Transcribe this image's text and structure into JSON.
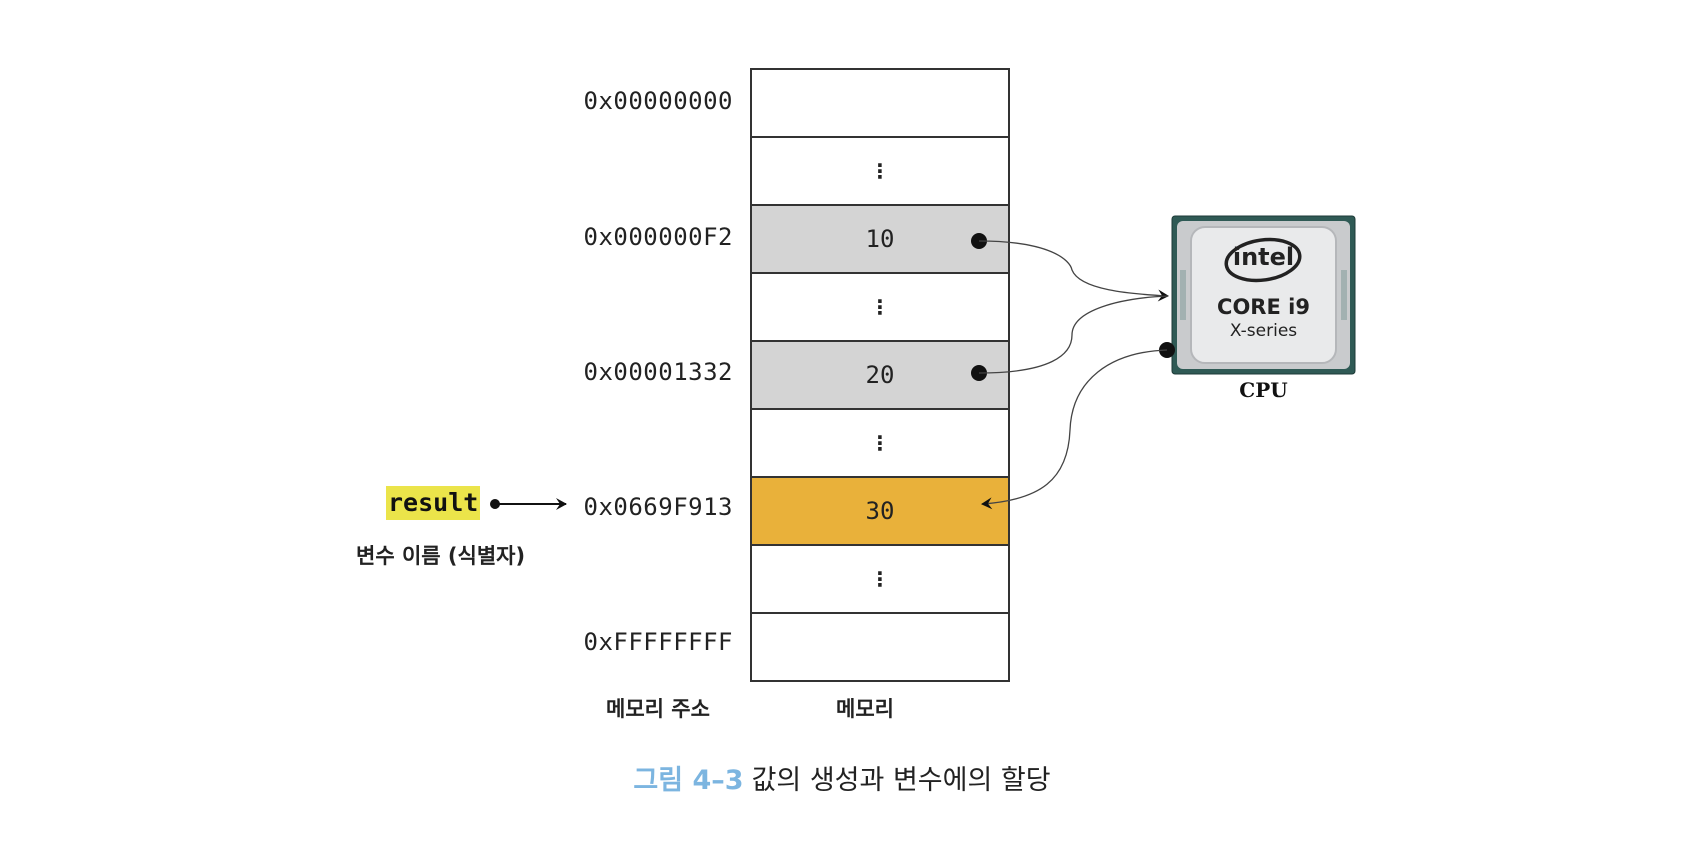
{
  "memory": {
    "rows": [
      {
        "address": "0x00000000",
        "value": "",
        "style": "empty"
      },
      {
        "address": "",
        "value": "⋮",
        "style": "ellipsis"
      },
      {
        "address": "0x000000F2",
        "value": "10",
        "style": "gray"
      },
      {
        "address": "",
        "value": "⋮",
        "style": "ellipsis"
      },
      {
        "address": "0x00001332",
        "value": "20",
        "style": "gray"
      },
      {
        "address": "",
        "value": "⋮",
        "style": "ellipsis"
      },
      {
        "address": "0x0669F913",
        "value": "30",
        "style": "gold"
      },
      {
        "address": "",
        "value": "⋮",
        "style": "ellipsis"
      },
      {
        "address": "0xFFFFFFFF",
        "value": "",
        "style": "empty"
      }
    ],
    "address_column_label": "메모리 주소",
    "memory_column_label": "메모리"
  },
  "variable": {
    "name": "result",
    "caption": "변수 이름 (식별자)",
    "highlight_color": "#ebe44a"
  },
  "cpu": {
    "brand": "intel",
    "model": "CORE i9",
    "series": "X-series",
    "label": "CPU"
  },
  "colors": {
    "gray_cell": "#d4d4d4",
    "gold_cell": "#e9b13a",
    "caption_number": "#7cb5e0"
  },
  "caption": {
    "number": "그림 4–3",
    "text": "값의 생성과 변수에의 할당"
  }
}
